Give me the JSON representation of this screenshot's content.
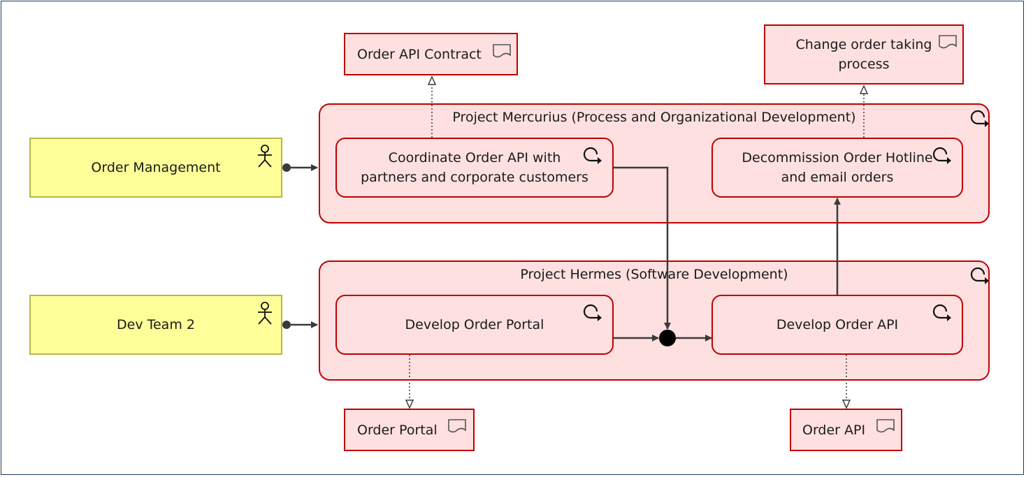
{
  "actors": {
    "order_management": "Order Management",
    "dev_team_2": "Dev Team 2"
  },
  "groups": {
    "mercurius": "Project Mercurius (Process and Organizational Development)",
    "hermes": "Project Hermes (Software Development)"
  },
  "work_packages": {
    "coordinate_line1": "Coordinate Order API with",
    "coordinate_line2": "partners and corporate customers",
    "decommission_line1": "Decommission Order Hotline",
    "decommission_line2": "and email orders",
    "develop_portal": "Develop Order Portal",
    "develop_api": "Develop Order API"
  },
  "deliverables": {
    "api_contract": "Order API Contract",
    "change_process_line1": "Change order taking",
    "change_process_line2": "process",
    "order_portal": "Order Portal",
    "order_api": "Order API"
  },
  "colors": {
    "actor_fill": "#ffff99",
    "actor_border": "#b7b74a",
    "implementation_fill": "#ffe0e0",
    "implementation_border": "#c00000",
    "connector": "#3a3a3a"
  },
  "icons": {
    "actor": "stick-figure-icon",
    "work_package": "circular-arrow-icon",
    "deliverable": "document-icon"
  }
}
